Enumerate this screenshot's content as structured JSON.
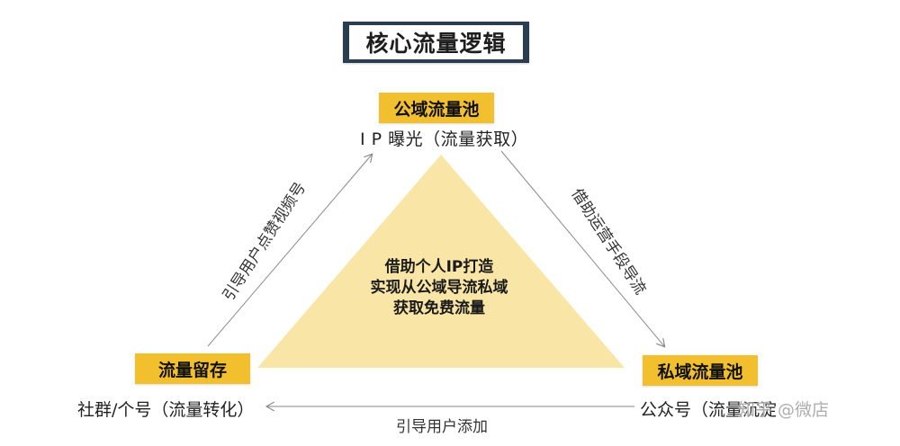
{
  "title": "核心流量逻辑",
  "nodes": {
    "top": {
      "label": "公域流量池",
      "sub": "I P 曝光（流量获取）"
    },
    "left": {
      "label": "流量留存",
      "sub": "社群/个号（流量转化）"
    },
    "right": {
      "label": "私域流量池",
      "sub": "公众号（流量沉淀"
    }
  },
  "center": {
    "lines": [
      "借助个人IP打造",
      "实现从公域导流私域",
      "获取免费流量"
    ]
  },
  "edges": {
    "left": "引导用户点赞视频号",
    "right": "借助运营手段导流",
    "bottom": "引导用户添加"
  },
  "watermark": "知乎 @微店",
  "colors": {
    "triangle_fill": "#f9e6a6",
    "tag_fill": "#f2bf2f",
    "title_border": "#2b3e50"
  }
}
